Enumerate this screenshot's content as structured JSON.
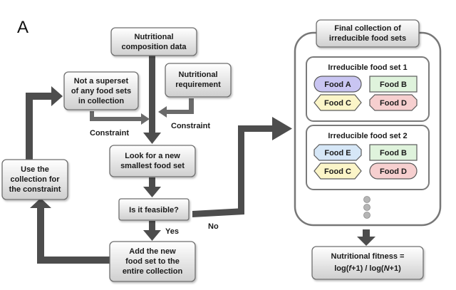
{
  "panel_label": "A",
  "nodes": {
    "nutritional_data": [
      "Nutritional",
      "composition data"
    ],
    "nutritional_requirement": [
      "Nutritional",
      "requirement"
    ],
    "not_superset": [
      "Not a superset",
      "of any food sets",
      "in collection"
    ],
    "look_for_new": [
      "Look for a new",
      "smallest food set"
    ],
    "is_feasible": "Is it feasible?",
    "add_new": [
      "Add the new",
      "food set to the",
      "entire collection"
    ],
    "use_collection": [
      "Use the",
      "collection for",
      "the constraint"
    ],
    "final_collection": [
      "Final collection of",
      "irreducible food sets"
    ],
    "nutritional_fitness_line1": "Nutritional fitness =",
    "nutritional_fitness_formula": {
      "p1": "log(",
      "v1": "f",
      "p2": "+1) / log(",
      "v2": "N",
      "p3": "+1)"
    }
  },
  "edge_labels": {
    "constraint_left": "Constraint",
    "constraint_right": "Constraint",
    "yes": "Yes",
    "no": "No"
  },
  "food_sets": [
    {
      "title": "Irreducible food set 1",
      "foods": [
        {
          "label": "Food A",
          "shape": "pill",
          "fill": "#c9c5f2"
        },
        {
          "label": "Food B",
          "shape": "rect",
          "fill": "#dff3dc"
        },
        {
          "label": "Food C",
          "shape": "hexagon",
          "fill": "#fbf5c8"
        },
        {
          "label": "Food D",
          "shape": "octagon",
          "fill": "#f6cfcf"
        }
      ]
    },
    {
      "title": "Irreducible food set 2",
      "foods": [
        {
          "label": "Food E",
          "shape": "octagon",
          "fill": "#d6e7f7"
        },
        {
          "label": "Food B",
          "shape": "rect",
          "fill": "#dff3dc"
        },
        {
          "label": "Food C",
          "shape": "hexagon",
          "fill": "#fbf5c8"
        },
        {
          "label": "Food D",
          "shape": "pill",
          "fill": "#f6cfcf"
        }
      ]
    }
  ],
  "colors": {
    "arrow": "#4d4d4d",
    "box_stroke": "#6e6e6e",
    "food_stroke": "#5a5a5a",
    "dot": "#b5b5b5"
  }
}
